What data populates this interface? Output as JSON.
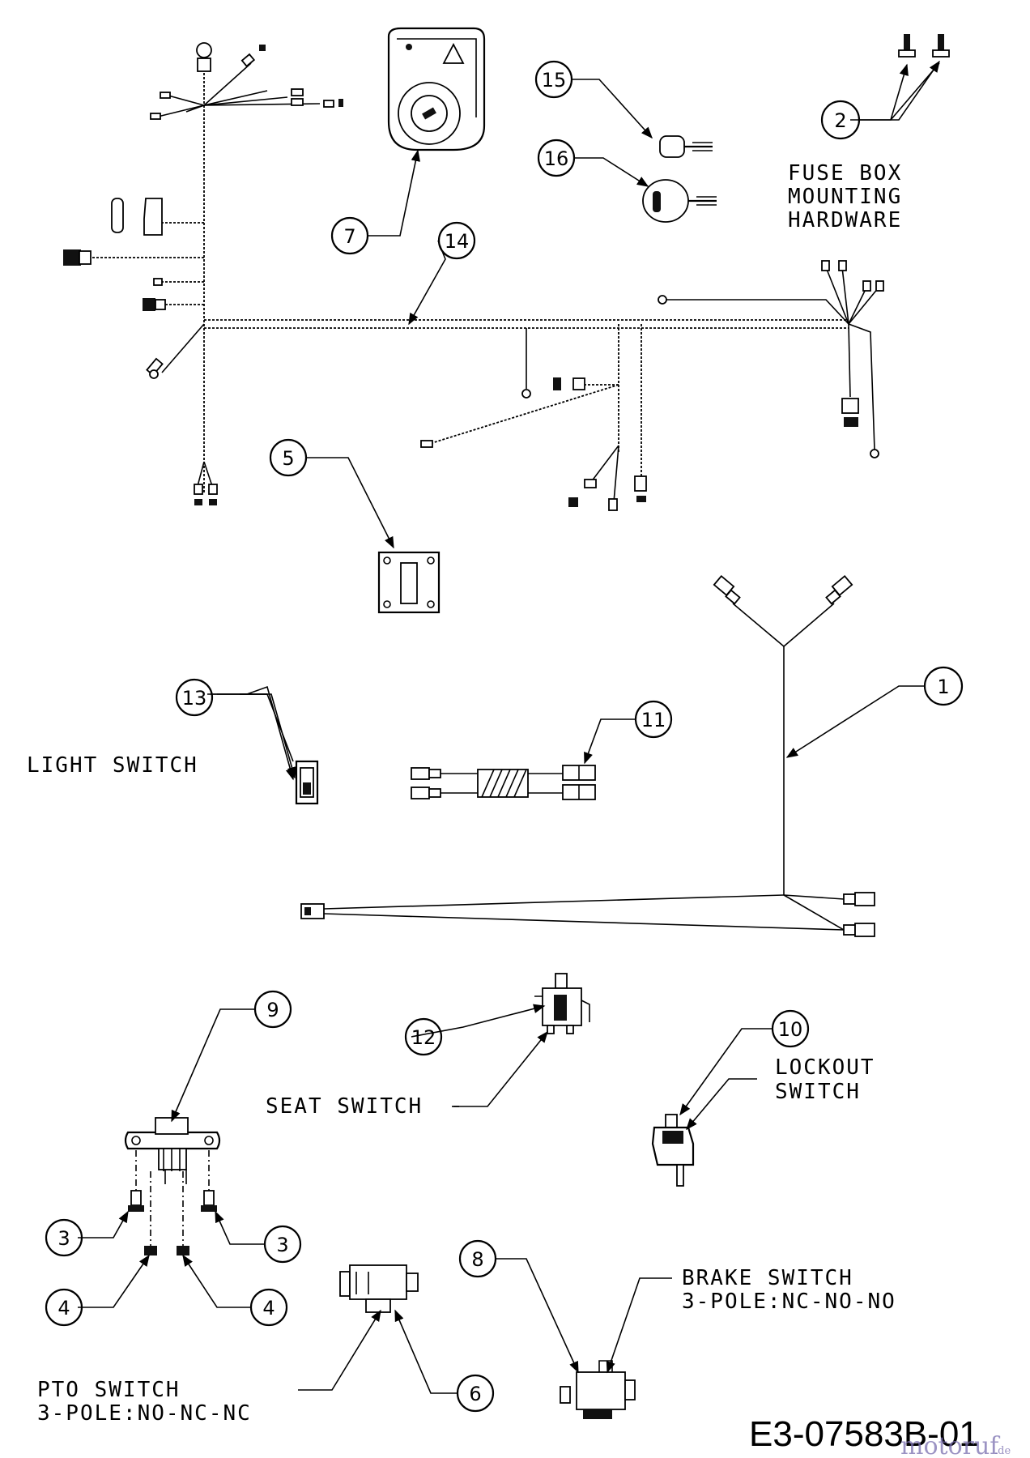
{
  "callouts": [
    {
      "id": "1",
      "label": "1"
    },
    {
      "id": "2",
      "label": "2"
    },
    {
      "id": "3a",
      "label": "3"
    },
    {
      "id": "3b",
      "label": "3"
    },
    {
      "id": "4a",
      "label": "4"
    },
    {
      "id": "4b",
      "label": "4"
    },
    {
      "id": "5",
      "label": "5"
    },
    {
      "id": "6",
      "label": "6"
    },
    {
      "id": "7",
      "label": "7"
    },
    {
      "id": "8",
      "label": "8"
    },
    {
      "id": "9",
      "label": "9"
    },
    {
      "id": "10",
      "label": "10"
    },
    {
      "id": "11",
      "label": "11"
    },
    {
      "id": "12",
      "label": "12"
    },
    {
      "id": "13",
      "label": "13"
    },
    {
      "id": "14",
      "label": "14"
    },
    {
      "id": "15",
      "label": "15"
    },
    {
      "id": "16",
      "label": "16"
    }
  ],
  "labels": {
    "fuse_box_line1": "FUSE BOX",
    "fuse_box_line2": "MOUNTING",
    "fuse_box_line3": "HARDWARE",
    "light_switch": "LIGHT SWITCH",
    "seat_switch": "SEAT SWITCH",
    "lockout_line1": "LOCKOUT",
    "lockout_line2": "SWITCH",
    "brake_line1": "BRAKE SWITCH",
    "brake_line2": "3-POLE:NC-NO-NO",
    "pto_line1": "PTO SWITCH",
    "pto_line2": "3-POLE:NO-NC-NC"
  },
  "diagram_code": "E3-07583B-01",
  "watermark": {
    "brand": "motoruf",
    "suffix": ".de"
  }
}
